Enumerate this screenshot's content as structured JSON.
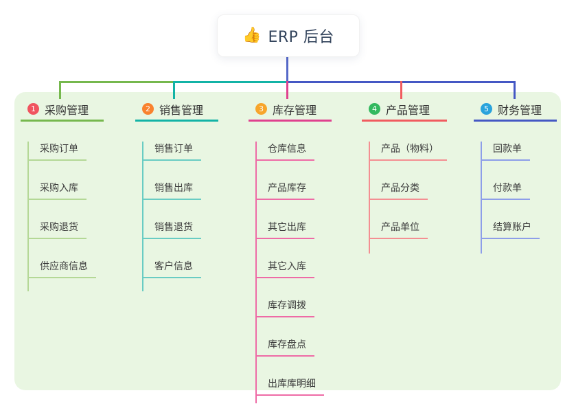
{
  "root": {
    "label": "ERP 后台",
    "icon": "thumbs-up-icon",
    "emoji": "👍"
  },
  "branches": [
    {
      "index": "1",
      "title": "采购管理",
      "badge_color": "#f0545f",
      "line_color": "#76b84e",
      "child_line_color": "#b4d896",
      "children": [
        "采购订单",
        "采购入库",
        "采购退货",
        "供应商信息"
      ]
    },
    {
      "index": "2",
      "title": "销售管理",
      "badge_color": "#f9822e",
      "line_color": "#13b3a6",
      "child_line_color": "#69ccc3",
      "children": [
        "销售订单",
        "销售出库",
        "销售退货",
        "客户信息"
      ]
    },
    {
      "index": "3",
      "title": "库存管理",
      "badge_color": "#f7a52b",
      "line_color": "#e0418f",
      "child_line_color": "#ee6ba6",
      "children": [
        "仓库信息",
        "产品库存",
        "其它出库",
        "其它入库",
        "库存调拨",
        "库存盘点",
        "出库库明细"
      ]
    },
    {
      "index": "4",
      "title": "产品管理",
      "badge_color": "#33b95f",
      "line_color": "#f15b5f",
      "child_line_color": "#f48f92",
      "children": [
        "产品（物料）",
        "产品分类",
        "产品单位"
      ]
    },
    {
      "index": "5",
      "title": "财务管理",
      "badge_color": "#29a3dc",
      "line_color": "#4558c4",
      "child_line_color": "#8d9ee9",
      "children": [
        "回款单",
        "付款单",
        "结算账户"
      ]
    }
  ],
  "colors": {
    "panel_background": "#e9f6e2",
    "root_stem": "#5568c8",
    "root_text": "#33445c",
    "title_text": "#333333",
    "child_text": "#3c3c3c"
  }
}
